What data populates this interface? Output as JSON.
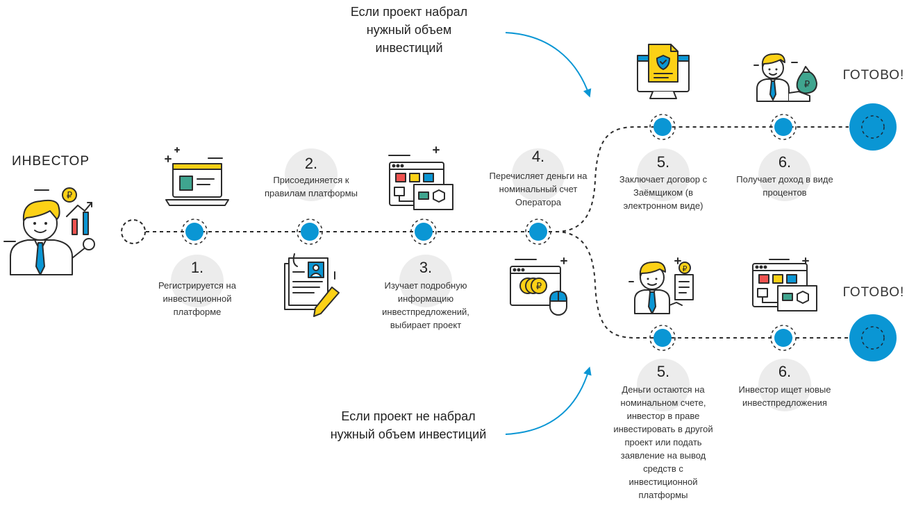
{
  "investor_label": "ИНВЕСТОР",
  "top_branch_caption": "Если проект набрал нужный объем инвестиций",
  "bottom_branch_caption": "Если проект не набрал нужный объем инвестиций",
  "done_label": "ГОТОВО!",
  "steps": [
    {
      "num": "1.",
      "text": "Регистрируется на инвестиционной платформе",
      "icon": "laptop-icon"
    },
    {
      "num": "2.",
      "text": "Присоединяется к правилам платформы",
      "icon": "document-sign-icon"
    },
    {
      "num": "3.",
      "text": "Изучает подробную информацию инвестпредложений, выбирает проект",
      "icon": "browser-blocks-icon"
    },
    {
      "num": "4.",
      "text": "Перечисляет деньги на номинальный счет Оператора",
      "icon": "browser-coins-icon"
    }
  ],
  "success_steps": [
    {
      "num": "5.",
      "text": "Заключает договор с Заёмщиком (в электронном виде)",
      "icon": "monitor-contract-icon"
    },
    {
      "num": "6.",
      "text": "Получает доход в виде процентов",
      "icon": "person-money-bag-icon"
    }
  ],
  "fail_steps": [
    {
      "num": "5.",
      "text": "Деньги остаются на номинальном счете, инвестор в праве инвестировать в другой проект или подать заявление на вывод средств с инвестиционной платформы",
      "icon": "person-document-icon"
    },
    {
      "num": "6.",
      "text": "Инвестор ищет новые инвестпредложения",
      "icon": "browser-blocks-icon"
    }
  ],
  "colors": {
    "accent": "#0a96d4",
    "yellow": "#fcd116",
    "red": "#f0524f",
    "teal": "#3fa58f",
    "line": "#2b2b2b"
  }
}
